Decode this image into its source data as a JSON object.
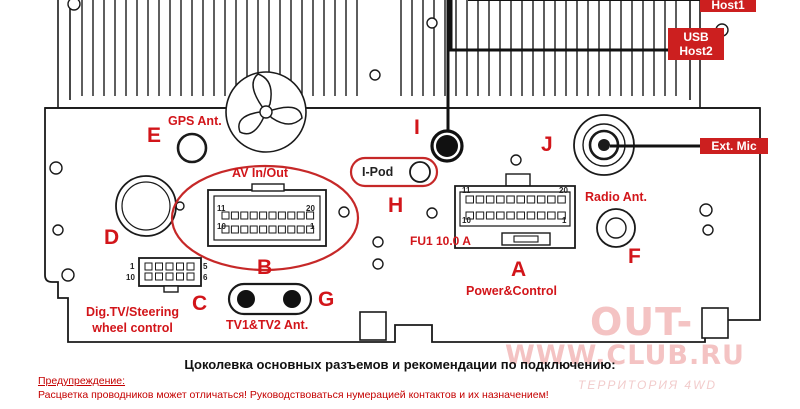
{
  "labels": {
    "gps_ant": "GPS Ant.",
    "av_in_out": "AV In/Out",
    "ipod": "I-Pod",
    "radio_ant": "Radio Ant.",
    "fuse": "FU1 10.0 A",
    "power_control": "Power&Control",
    "dig_tv_line1": "Dig.TV/Steering",
    "dig_tv_line2": "wheel control",
    "tv_ant": "TV1&TV2 Ant."
  },
  "letters": {
    "a": "A",
    "b": "B",
    "c": "C",
    "d": "D",
    "e": "E",
    "f": "F",
    "g": "G",
    "h": "H",
    "i": "I",
    "j": "J"
  },
  "pins": {
    "av_top_left": "11",
    "av_top_right": "20",
    "av_bot_left": "10",
    "av_bot_right": "1",
    "pwr_top_left": "11",
    "pwr_top_right": "20",
    "pwr_bot_left": "10",
    "pwr_bot_right": "1",
    "c_top_left": "1",
    "c_bot_left": "10",
    "c_top_right": "5",
    "c_bot_right": "6"
  },
  "tags": {
    "usb_host1": "Host1",
    "usb_host2_line1": "USB",
    "usb_host2_line2": "Host2",
    "ext_mic": "Ext. Mic"
  },
  "caption": "Цоколевка основных разъемов и рекомендации по подключению:",
  "warning": {
    "title": "Предупреждение:",
    "text": "Расцветка проводников может отличаться! Руководствоваться нумерацией контактов и их назначением!"
  },
  "watermark": {
    "line1": "OUT-",
    "line2": "WWW.CLUB.RU",
    "line3": "ТЕРРИТОРИЯ 4WD"
  },
  "colors": {
    "accent_red": "#d2151a",
    "tag_red": "#cc1f1f",
    "line_black": "#1a1a1a"
  }
}
